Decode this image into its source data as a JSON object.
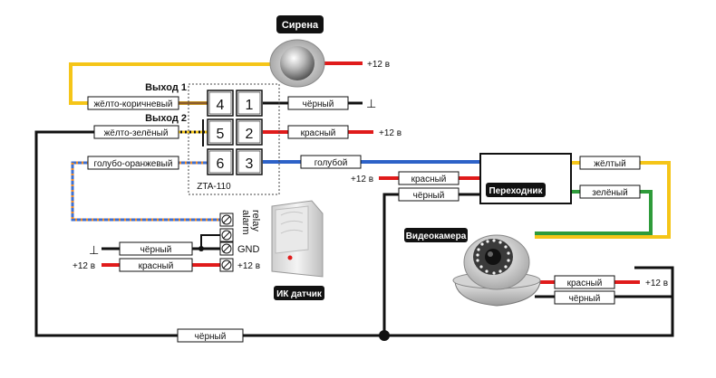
{
  "siren": {
    "title": "Сирена",
    "supply": "+12 в"
  },
  "controller": {
    "model": "ZTA-110",
    "output1": "Выход 1",
    "output2": "Выход 2",
    "terminals": [
      "4",
      "1",
      "5",
      "2",
      "6",
      "3"
    ]
  },
  "wires": {
    "yellow_brown": "жёлто-коричневый",
    "yellow_green": "жёлто-зелёный",
    "blue_orange": "голубо-оранжевый",
    "t1_black": "чёрный",
    "t1_ground": "⊥",
    "t2_red": "красный",
    "t2_supply": "+12 в",
    "t3_blue": "голубой",
    "bottom_black": "чёрный"
  },
  "adapter": {
    "title": "Переходник",
    "in_red": "красный",
    "in_supply": "+12 в",
    "in_black": "чёрный",
    "out_yellow": "жёлтый",
    "out_green": "зелёный"
  },
  "camera": {
    "title": "Видеокамера",
    "red": "красный",
    "supply": "+12 в",
    "black": "чёрный"
  },
  "pir": {
    "title": "ИК датчик",
    "relay": "relay",
    "alarm": "alarm",
    "gnd": "GND",
    "plus12": "+12 в",
    "black": "чёрный",
    "red": "красный",
    "ground": "⊥",
    "supply": "+12 в"
  },
  "colors": {
    "yellow": "#f5c518",
    "red": "#e01b1b",
    "blue": "#2d62c8",
    "green": "#2e9b3a",
    "black": "#111111",
    "label_bg": "#111111"
  }
}
